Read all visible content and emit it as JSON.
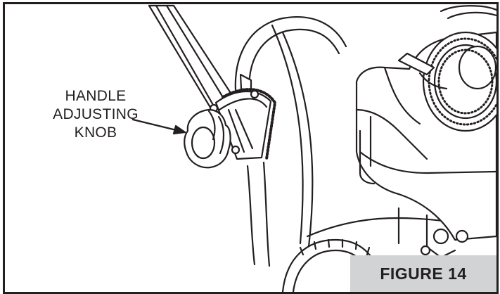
{
  "callout": {
    "line1": "HANDLE",
    "line2": "ADJUSTING",
    "line3": "KNOB"
  },
  "figure": {
    "label": "FIGURE 14"
  },
  "colors": {
    "ink": "#231f20",
    "label_bg": "#d2d3d5",
    "background": "#ffffff"
  }
}
